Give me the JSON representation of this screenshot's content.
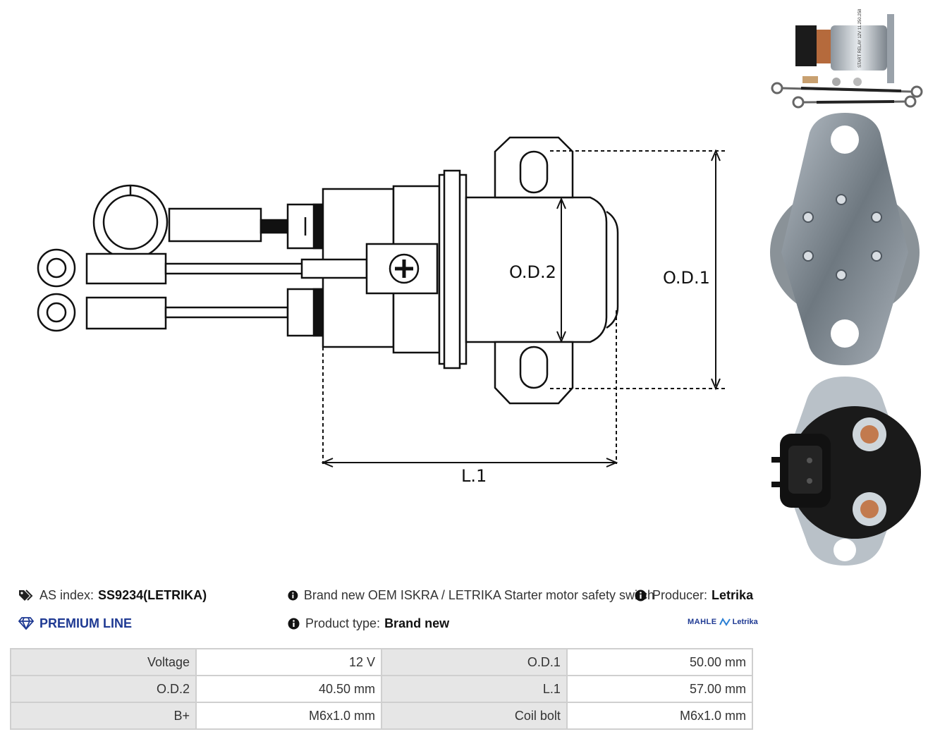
{
  "drawing": {
    "od1_label": "O.D.1",
    "od2_label": "O.D.2",
    "l1_label": "L.1"
  },
  "photos": {
    "relay_label": "START RELAY 12V 11.250.258"
  },
  "info": {
    "as_index_label": "AS index:",
    "as_index_value": "SS9234(LETRIKA)",
    "premium_line": "PREMIUM LINE",
    "description": "Brand new OEM ISKRA / LETRIKA Starter motor safety switch",
    "product_type_label": "Product type:",
    "product_type_value": "Brand new",
    "producer_label": "Producer:",
    "producer_value": "Letrika",
    "logo_left": "MAHLE",
    "logo_right": "Letrika"
  },
  "specs": [
    [
      {
        "k": "Voltage",
        "v": "12 V"
      },
      {
        "k": "O.D.1",
        "v": "50.00 mm"
      }
    ],
    [
      {
        "k": "O.D.2",
        "v": "40.50 mm"
      },
      {
        "k": "L.1",
        "v": "57.00 mm"
      }
    ],
    [
      {
        "k": "B+",
        "v": "M6x1.0 mm"
      },
      {
        "k": "Coil bolt",
        "v": "M6x1.0 mm"
      }
    ]
  ],
  "colors": {
    "accent": "#1f3a93",
    "table_header_bg": "#e6e6e6",
    "table_border": "#cfcfcf"
  }
}
